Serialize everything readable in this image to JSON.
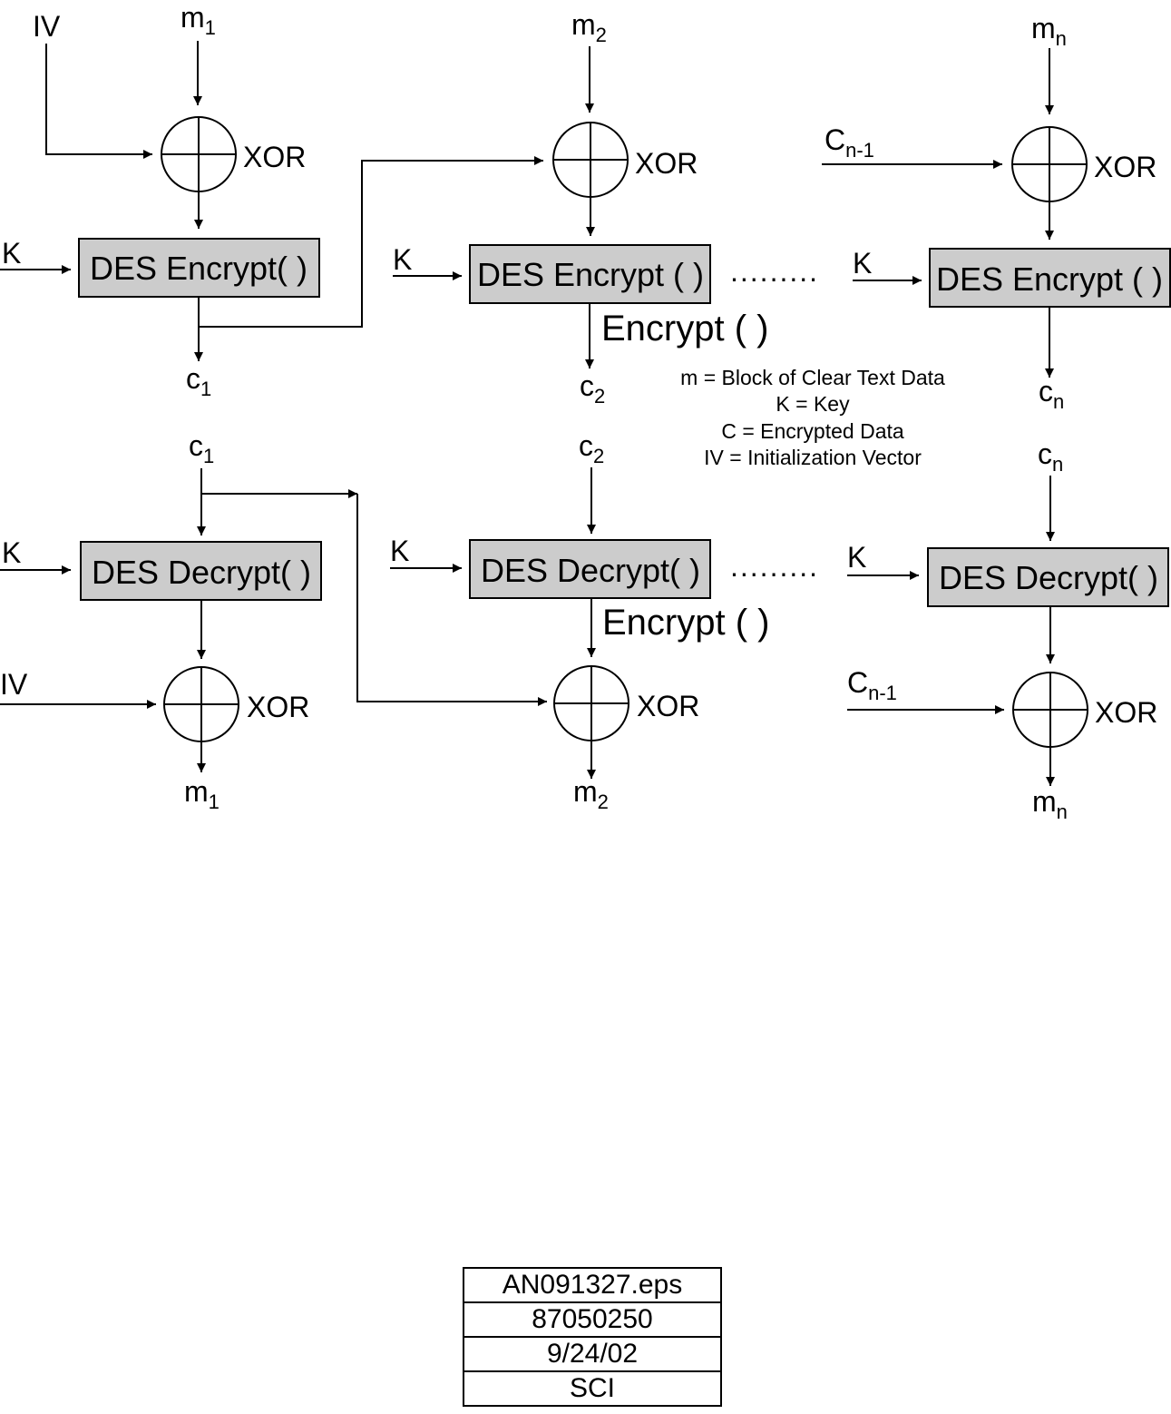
{
  "encrypt_row": {
    "blocks": [
      {
        "input": "m",
        "input_sub": "1",
        "chain_in": "IV",
        "chain_sub": "",
        "key": "K",
        "xor": "XOR",
        "box": "DES Encrypt( )",
        "output": "c",
        "output_sub": "1",
        "note": ""
      },
      {
        "input": "m",
        "input_sub": "2",
        "chain_in": "",
        "chain_sub": "",
        "key": "K",
        "xor": "XOR",
        "box": "DES Encrypt ( )",
        "output": "c",
        "output_sub": "2",
        "note": "Encrypt ( )"
      },
      {
        "input": "m",
        "input_sub": "n",
        "chain_in": "C",
        "chain_sub": "n-1",
        "key": "K",
        "xor": "XOR",
        "box": "DES Encrypt ( )",
        "output": "c",
        "output_sub": "n",
        "note": ""
      }
    ],
    "ellipsis": "........."
  },
  "decrypt_row": {
    "blocks": [
      {
        "input": "c",
        "input_sub": "1",
        "chain_in": "IV",
        "chain_sub": "",
        "key": "K",
        "xor": "XOR",
        "box": "DES Decrypt( )",
        "output": "m",
        "output_sub": "1",
        "note": ""
      },
      {
        "input": "c",
        "input_sub": "2",
        "chain_in": "",
        "chain_sub": "",
        "key": "K",
        "xor": "XOR",
        "box": "DES Decrypt( )",
        "output": "m",
        "output_sub": "2",
        "note": "Encrypt ( )"
      },
      {
        "input": "c",
        "input_sub": "n",
        "chain_in": "C",
        "chain_sub": "n-1",
        "key": "K",
        "xor": "XOR",
        "box": "DES Decrypt( )",
        "output": "m",
        "output_sub": "n",
        "note": ""
      }
    ],
    "ellipsis": "........."
  },
  "legend": [
    "m = Block of Clear Text Data",
    "K = Key",
    "C = Encrypted Data",
    "IV = Initialization Vector"
  ],
  "stamp": [
    "AN091327.eps",
    "87050250",
    "9/24/02",
    "SCI"
  ]
}
